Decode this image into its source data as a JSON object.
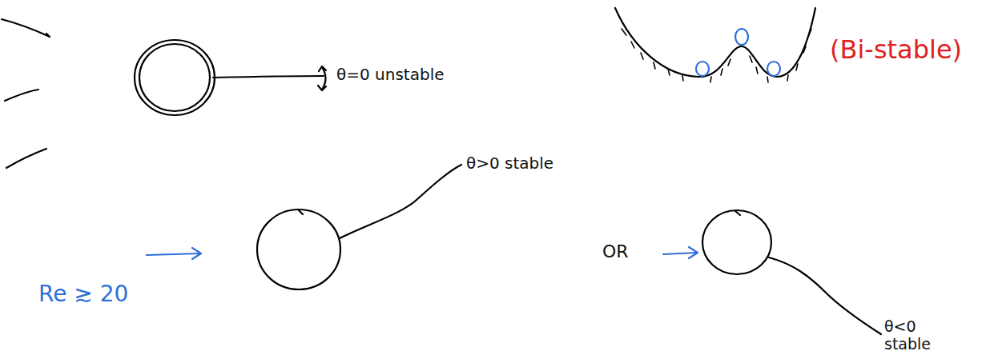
{
  "diagram": {
    "labels": [
      "θ=0 unstable",
      "(Bi-stable)",
      "θ>0 stable",
      "Re ≳ 20",
      "OR",
      "θ<0 stable"
    ]
  }
}
